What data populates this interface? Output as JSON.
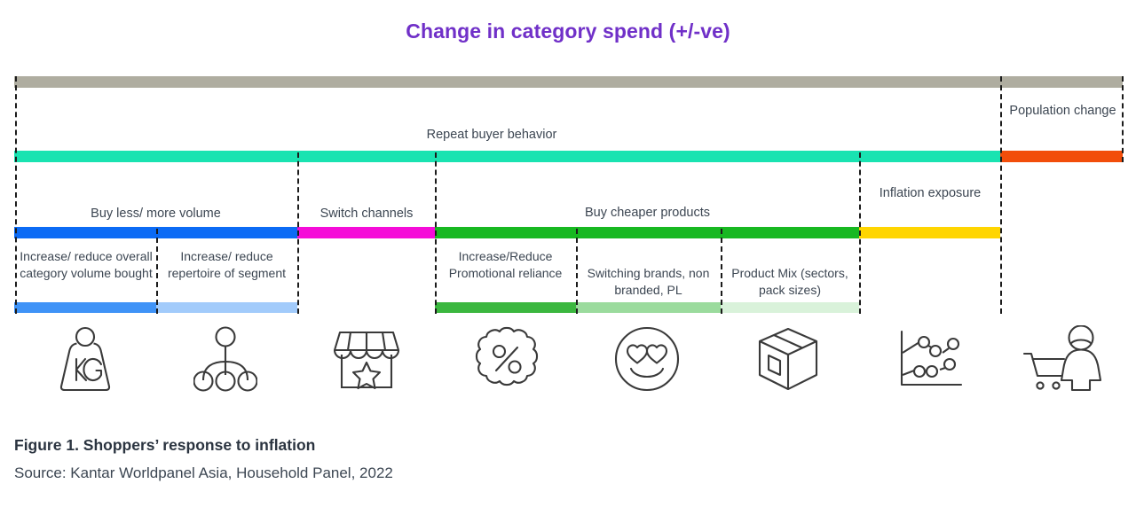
{
  "title": "Change in category spend (+/-ve)",
  "title_color": "#7030C8",
  "rows": {
    "top_bar_color": "#AFADA0",
    "repeat_buyer": {
      "label": "Repeat buyer behavior",
      "bar_color": "#19E3B1"
    },
    "population": {
      "label": "Population change",
      "bar_color": "#F24D0A"
    },
    "level2": [
      {
        "label": "Buy less/ more volume",
        "bar_color": "#0C6BF5"
      },
      {
        "label": "Switch channels",
        "bar_color": "#F50CD8"
      },
      {
        "label": "Buy cheaper products",
        "bar_color": "#17B821"
      },
      {
        "label": "Inflation exposure",
        "bar_color": "#FFD500"
      }
    ],
    "level3": [
      {
        "label": "Increase/ reduce overall category volume bought",
        "bar_color": "#3F93F7"
      },
      {
        "label": "Increase/ reduce repertoire of segment",
        "bar_color": "#A2CBFB"
      },
      {
        "label": "Increase/Reduce Promotional reliance",
        "bar_color": "#3BB73F"
      },
      {
        "label": "Switching brands, non branded, PL",
        "bar_color": "#9BDB9D"
      },
      {
        "label": "Product Mix (sectors, pack sizes)",
        "bar_color": "#D9F2DA"
      }
    ]
  },
  "icons": [
    "weight-kg-icon",
    "segment-hierarchy-icon",
    "storefront-star-icon",
    "discount-percent-icon",
    "heart-eyes-smiley-icon",
    "product-box-icon",
    "line-chart-icon",
    "shopper-cart-icon"
  ],
  "footer": {
    "caption": "Figure 1. Shoppers’ response to inflation",
    "source": "Source: Kantar Worldpanel Asia, Household Panel, 2022"
  }
}
